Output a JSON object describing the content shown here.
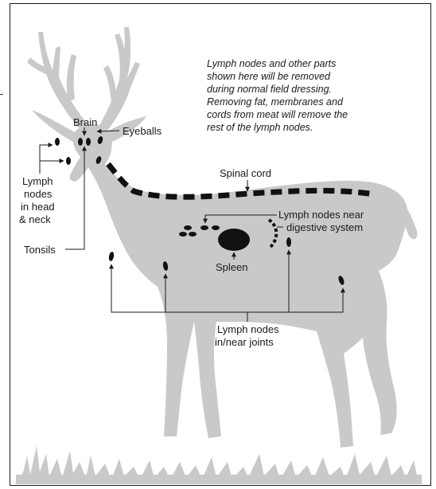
{
  "note_lines": [
    "Lymph nodes and other parts",
    "shown here will be removed",
    "during normal field dressing.",
    "Removing fat, membranes and",
    "cords from meat will remove the",
    "rest of the lymph nodes."
  ],
  "labels": {
    "brain": "Brain",
    "eyeballs": "Eyeballs",
    "lymph_head_neck": [
      "Lymph",
      "nodes",
      "in head",
      "& neck"
    ],
    "tonsils": "Tonsils",
    "spinal_cord": "Spinal cord",
    "lymph_digestive": [
      "Lymph nodes near",
      "digestive system"
    ],
    "spleen": "Spleen",
    "lymph_joints": [
      "Lymph nodes",
      "in/near joints"
    ]
  },
  "colors": {
    "silhouette": "#c9c9c9",
    "organs": "#111111",
    "lines": "#1a1a1a"
  }
}
